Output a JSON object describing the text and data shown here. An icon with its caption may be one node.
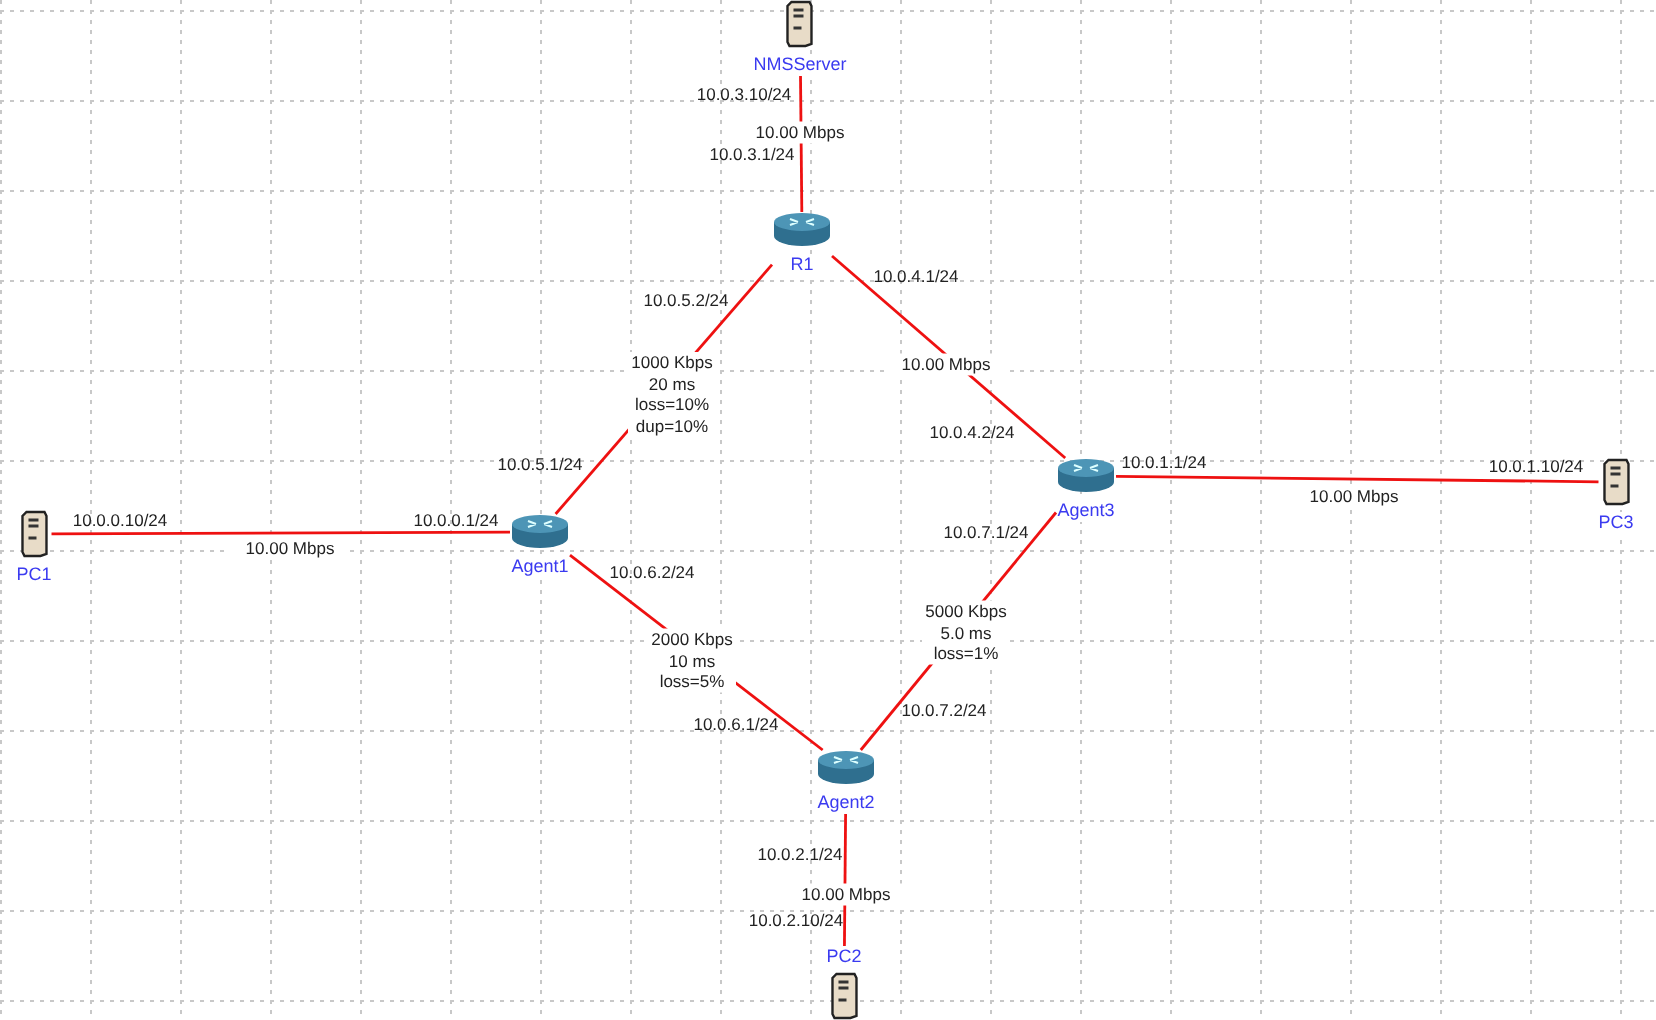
{
  "diagram": {
    "nodes": [
      {
        "text": [
          "NMSServer"
        ]
      },
      {
        "text": [
          "R1"
        ]
      },
      {
        "text": [
          "PC1"
        ]
      },
      {
        "text": [
          "Agent1"
        ]
      },
      {
        "text": [
          "Agent3"
        ]
      },
      {
        "text": [
          "PC3"
        ]
      },
      {
        "text": [
          "Agent2"
        ]
      },
      {
        "text": [
          "PC2"
        ]
      }
    ],
    "edges": [
      {
        "from": 0,
        "to": 1,
        "arrow": "none",
        "label": "10.00 Mbps"
      },
      {
        "from": 1,
        "to": 3,
        "arrow": "none",
        "label": "1000 Kbps 20 ms loss=10% dup=10%"
      },
      {
        "from": 1,
        "to": 4,
        "arrow": "none",
        "label": "10.00 Mbps"
      },
      {
        "from": 2,
        "to": 3,
        "arrow": "none",
        "label": "10.00 Mbps"
      },
      {
        "from": 4,
        "to": 5,
        "arrow": "none",
        "label": "10.00 Mbps"
      },
      {
        "from": 3,
        "to": 6,
        "arrow": "none",
        "label": "2000 Kbps 10 ms loss=5%"
      },
      {
        "from": 4,
        "to": 6,
        "arrow": "none",
        "label": "5000 Kbps 5.0 ms loss=1%"
      },
      {
        "from": 6,
        "to": 7,
        "arrow": "none",
        "label": "10.00 Mbps"
      }
    ],
    "labels": [
      "10.0.3.10/24",
      "10.0.3.1/24",
      "10.0.5.2/24",
      "10.0.4.1/24",
      "10.0.4.2/24",
      "10.0.5.1/24",
      "10.0.1.1/24",
      "10.0.1.10/24",
      "10.0.0.10/24",
      "10.0.0.1/24",
      "10.0.7.1/24",
      "10.0.6.2/24",
      "10.0.7.2/24",
      "10.0.6.1/24",
      "10.0.2.1/24",
      "10.0.2.10/24"
    ]
  }
}
